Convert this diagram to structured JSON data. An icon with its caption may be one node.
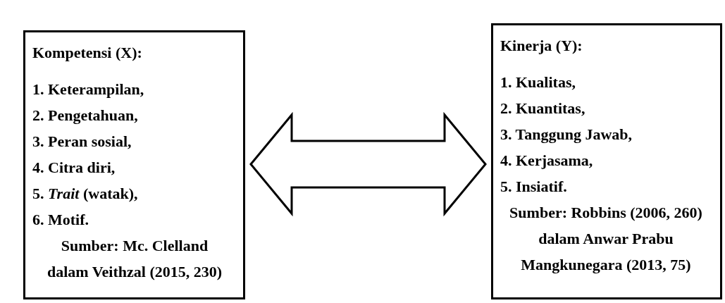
{
  "diagram": {
    "nodes": [
      {
        "text": [
          "Kompetensi (X):",
          "1. Keterampilan,",
          "2. Pengetahuan,",
          "3. Peran sosial,",
          "4. Citra diri,",
          "5. *Trait* (watak),",
          "6. Motif.",
          "Sumber: Mc. Clelland dalam Veithzal (2015, 230)"
        ]
      },
      {
        "text": [
          "Kinerja (Y):",
          "1. Kualitas,",
          "2. Kuantitas,",
          "3. Tanggung Jawab,",
          "4. Kerjasama,",
          "5. Insiatif.",
          "Sumber: Robbins (2006, 260) dalam Anwar Prabu Mangkunegara (2013, 75)"
        ]
      }
    ],
    "edges": [
      {
        "from": 0,
        "to": 1,
        "arrow": "both"
      }
    ]
  }
}
